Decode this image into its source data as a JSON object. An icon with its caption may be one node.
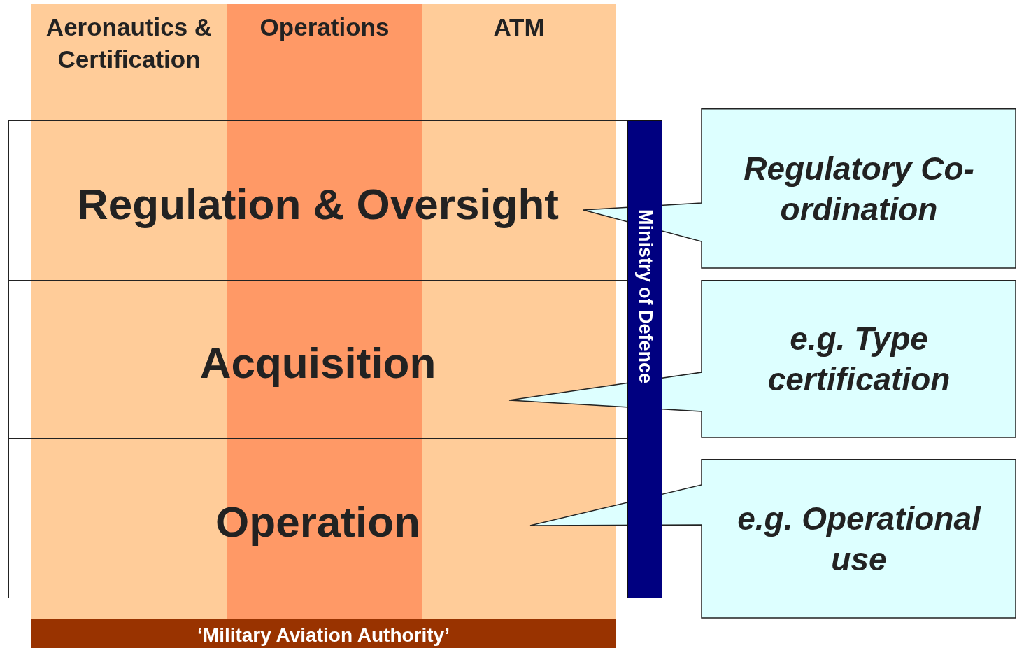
{
  "diagram": {
    "nodes": [
      {
        "text": [
          "Aeronautics & Certification"
        ]
      },
      {
        "text": [
          "Operations"
        ]
      },
      {
        "text": [
          "ATM"
        ]
      },
      {
        "text": [
          "Regulation & Oversight"
        ]
      },
      {
        "text": [
          "Acquisition"
        ]
      },
      {
        "text": [
          "Operation"
        ]
      },
      {
        "text": [
          "Ministry of Defence"
        ]
      },
      {
        "text": [
          "‘Military Aviation Authority’"
        ]
      },
      {
        "text": [
          "Regulatory Co-ordination"
        ]
      },
      {
        "text": [
          "e.g. Type certification"
        ]
      },
      {
        "text": [
          "e.g. Operational use"
        ]
      }
    ]
  }
}
